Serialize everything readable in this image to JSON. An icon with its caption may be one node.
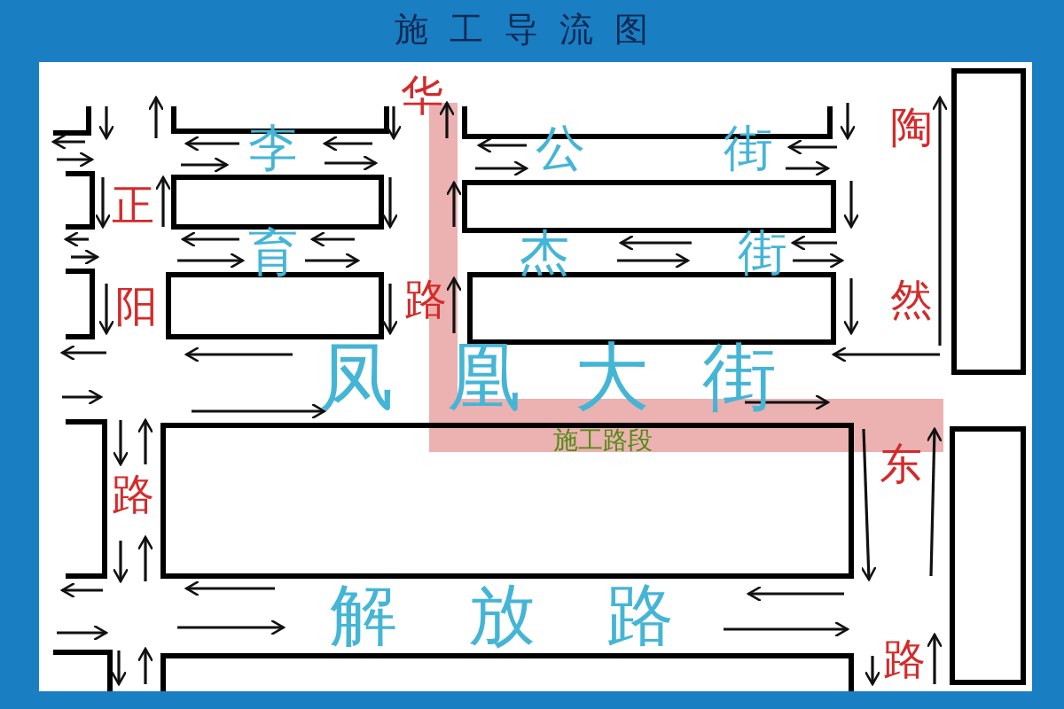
{
  "diagram": {
    "title": "施工导流图",
    "nodes": [
      {
        "text": [
          "施工路段"
        ]
      }
    ],
    "labels": [
      "华",
      "李",
      "公街",
      "陶",
      "正",
      "阳",
      "育",
      "杰街",
      "路",
      "然",
      "凤凰大街",
      "东",
      "路",
      "解放路",
      "路"
    ]
  }
}
